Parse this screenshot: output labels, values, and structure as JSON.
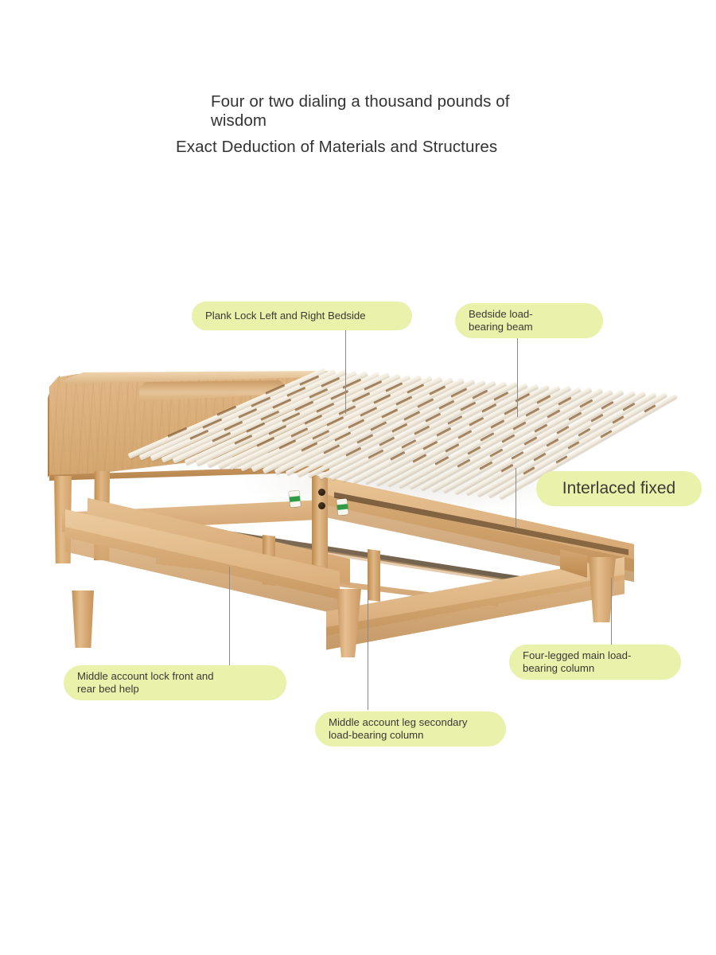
{
  "headline": {
    "line1": "Four or two dialing a thousand pounds of wisdom",
    "line2": "Exact Deduction of Materials and Structures"
  },
  "colors": {
    "pill_background": "#e9f1aa",
    "pill_text": "#3a3a36",
    "headline_text": "#333333",
    "leader_line": "#8a8a8a",
    "wood_light": "#e4bd8c",
    "wood_mid": "#d2a26d",
    "wood_dark": "#b8884f",
    "slat_pale": "#f7f2e7",
    "hardware_green": "#2f9b45",
    "page_background": "#ffffff"
  },
  "callouts": [
    {
      "id": "plank-lock",
      "text": "Plank Lock Left and Right Bedside",
      "lines": [
        "Plank Lock Left and Right Bedside"
      ],
      "size": "normal"
    },
    {
      "id": "bedside-beam",
      "text": "Bedside load-bearing beam",
      "lines": [
        "Bedside load-",
        "bearing beam"
      ],
      "size": "normal"
    },
    {
      "id": "interlaced-fixed",
      "text": "Interlaced fixed",
      "lines": [
        "Interlaced fixed"
      ],
      "size": "big"
    },
    {
      "id": "middle-account-lock",
      "text": "Middle account lock front and rear bed help",
      "lines": [
        "Middle account lock front and",
        "rear bed help"
      ],
      "size": "normal"
    },
    {
      "id": "middle-account-leg",
      "text": "Middle account leg secondary load-bearing column",
      "lines": [
        "Middle account leg secondary",
        "load-bearing column"
      ],
      "size": "normal"
    },
    {
      "id": "four-legged-column",
      "text": "Four-legged main load-bearing column",
      "lines": [
        "Four-legged main load-",
        "bearing column"
      ],
      "size": "normal"
    }
  ],
  "product": {
    "name": "solid-oak-bed-frame",
    "parts": [
      "headboard",
      "slat-panel",
      "side-rail",
      "center-support-beam",
      "corner-leg",
      "middle-leg",
      "hardware-connector"
    ]
  }
}
